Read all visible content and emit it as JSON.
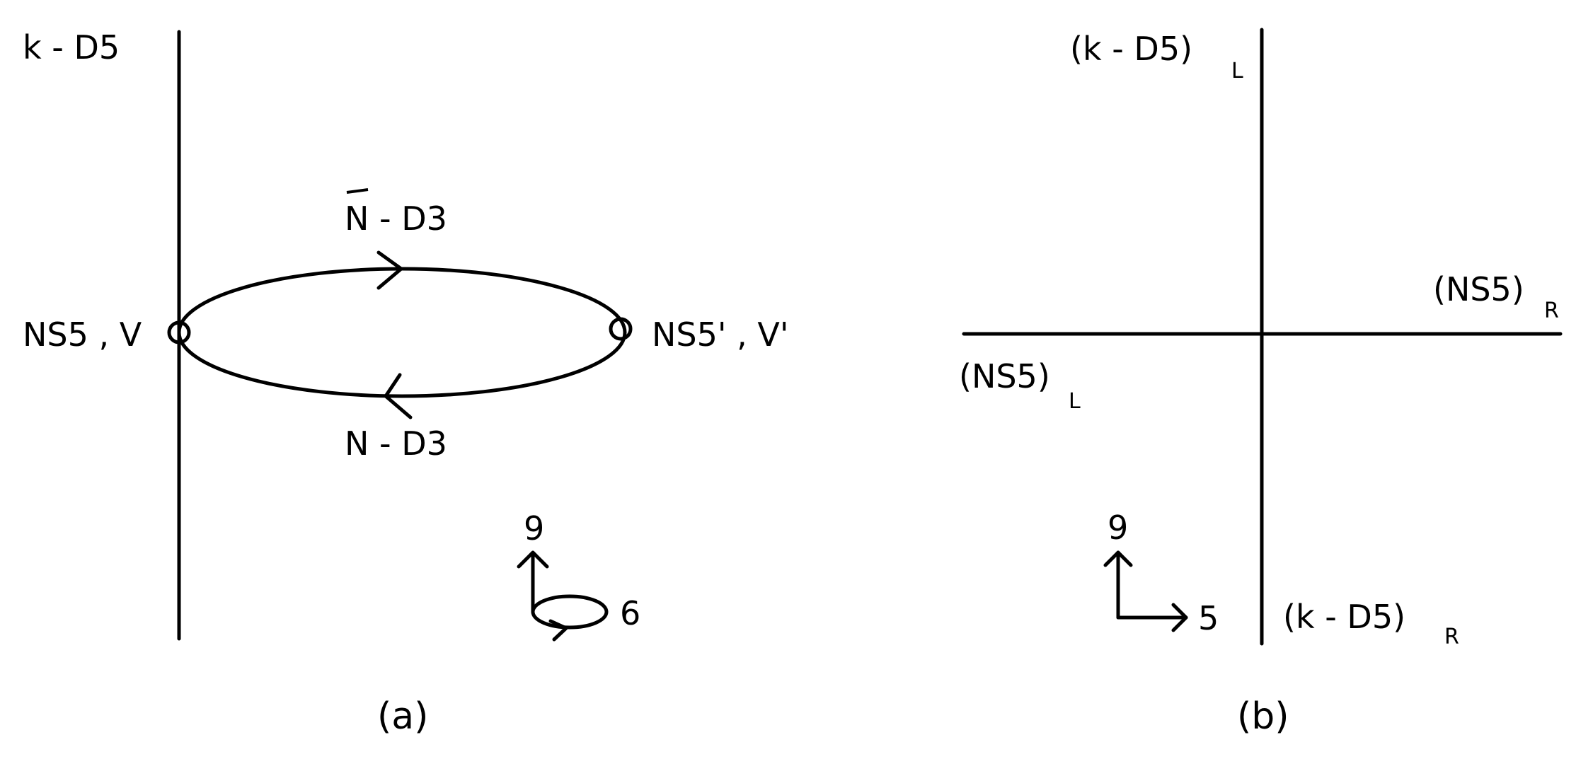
{
  "panel_a": {
    "caption": "(a)",
    "k_d5_label": "k - D5",
    "nbar_d3_label": "N - D3",
    "n_d3_label": "N - D3",
    "ns5_label": "NS5 , V",
    "ns5_prime_label": "NS5' , V'",
    "axis_9_label": "9",
    "axis_6_label": "6"
  },
  "panel_b": {
    "caption": "(b)",
    "k_d5_left_label": "(k - D5)",
    "k_d5_left_sub": "L",
    "k_d5_right_label": "(k - D5)",
    "k_d5_right_sub": "R",
    "ns5_right_label": "(NS5)",
    "ns5_right_sub": "R",
    "ns5_left_label": "(NS5)",
    "ns5_left_sub": "L",
    "axis_9_label": "9",
    "axis_5_label": "5"
  }
}
